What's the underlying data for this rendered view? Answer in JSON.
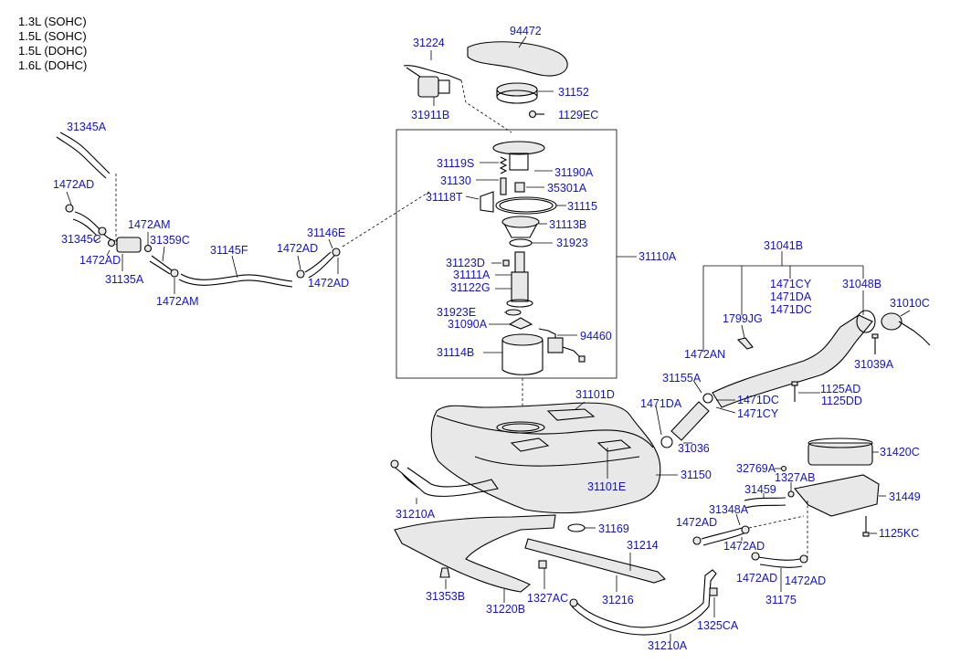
{
  "engine_variants": [
    "1.3L (SOHC)",
    "1.5L (SOHC)",
    "1.5L (DOHC)",
    "1.6L (DOHC)"
  ],
  "part_labels": {
    "p31224": "31224",
    "p94472": "94472",
    "p31152": "31152",
    "p31911B": "31911B",
    "p1129EC": "1129EC",
    "p31345A": "31345A",
    "p31119S": "31119S",
    "p31190A": "31190A",
    "p31130": "31130",
    "p35301A": "35301A",
    "p31118T": "31118T",
    "p31115": "31115",
    "p1472AD_a": "1472AD",
    "p31113B": "31113B",
    "p31923": "31923",
    "p1472AM_a": "1472AM",
    "p31146E": "31146E",
    "p31345C": "31345C",
    "p31359C": "31359C",
    "p31145F": "31145F",
    "p1472AD_b": "1472AD",
    "p1472AD_c": "1472AD",
    "p31110A": "31110A",
    "p31123D": "31123D",
    "p31135A": "31135A",
    "p31111A": "31111A",
    "p1472AD_d": "1472AD",
    "p31041B": "31041B",
    "p31122G": "31122G",
    "p1472AM_b": "1472AM",
    "p1471CY_a": "1471CY",
    "p31048B": "31048B",
    "p1471DA_a": "1471DA",
    "p31010C": "31010C",
    "p1471DC_a": "1471DC",
    "p31923E": "31923E",
    "p1799JG": "1799JG",
    "p31090A": "31090A",
    "p94460": "94460",
    "p1472AN": "1472AN",
    "p31114B": "31114B",
    "p31039A": "31039A",
    "p31155A": "31155A",
    "p31101D": "31101D",
    "p1125AD": "1125AD",
    "p1471DA_b": "1471DA",
    "p1471DC_b": "1471DC",
    "p1125DD": "1125DD",
    "p1471CY_b": "1471CY",
    "p31036": "31036",
    "p32769A": "32769A",
    "p31420C": "31420C",
    "p31150": "31150",
    "p1327AB": "1327AB",
    "p31101E": "31101E",
    "p31459": "31459",
    "p31449": "31449",
    "p31210A_a": "31210A",
    "p31348A": "31348A",
    "p1472AD_e": "1472AD",
    "p31169": "31169",
    "p1125KC": "1125KC",
    "p31214": "31214",
    "p1472AD_f": "1472AD",
    "p31353B": "31353B",
    "p1327AC": "1327AC",
    "p31216": "31216",
    "p1472AD_g": "1472AD",
    "p1472AD_h": "1472AD",
    "p31220B": "31220B",
    "p31175": "31175",
    "p1325CA": "1325CA",
    "p31210A_b": "31210A"
  }
}
